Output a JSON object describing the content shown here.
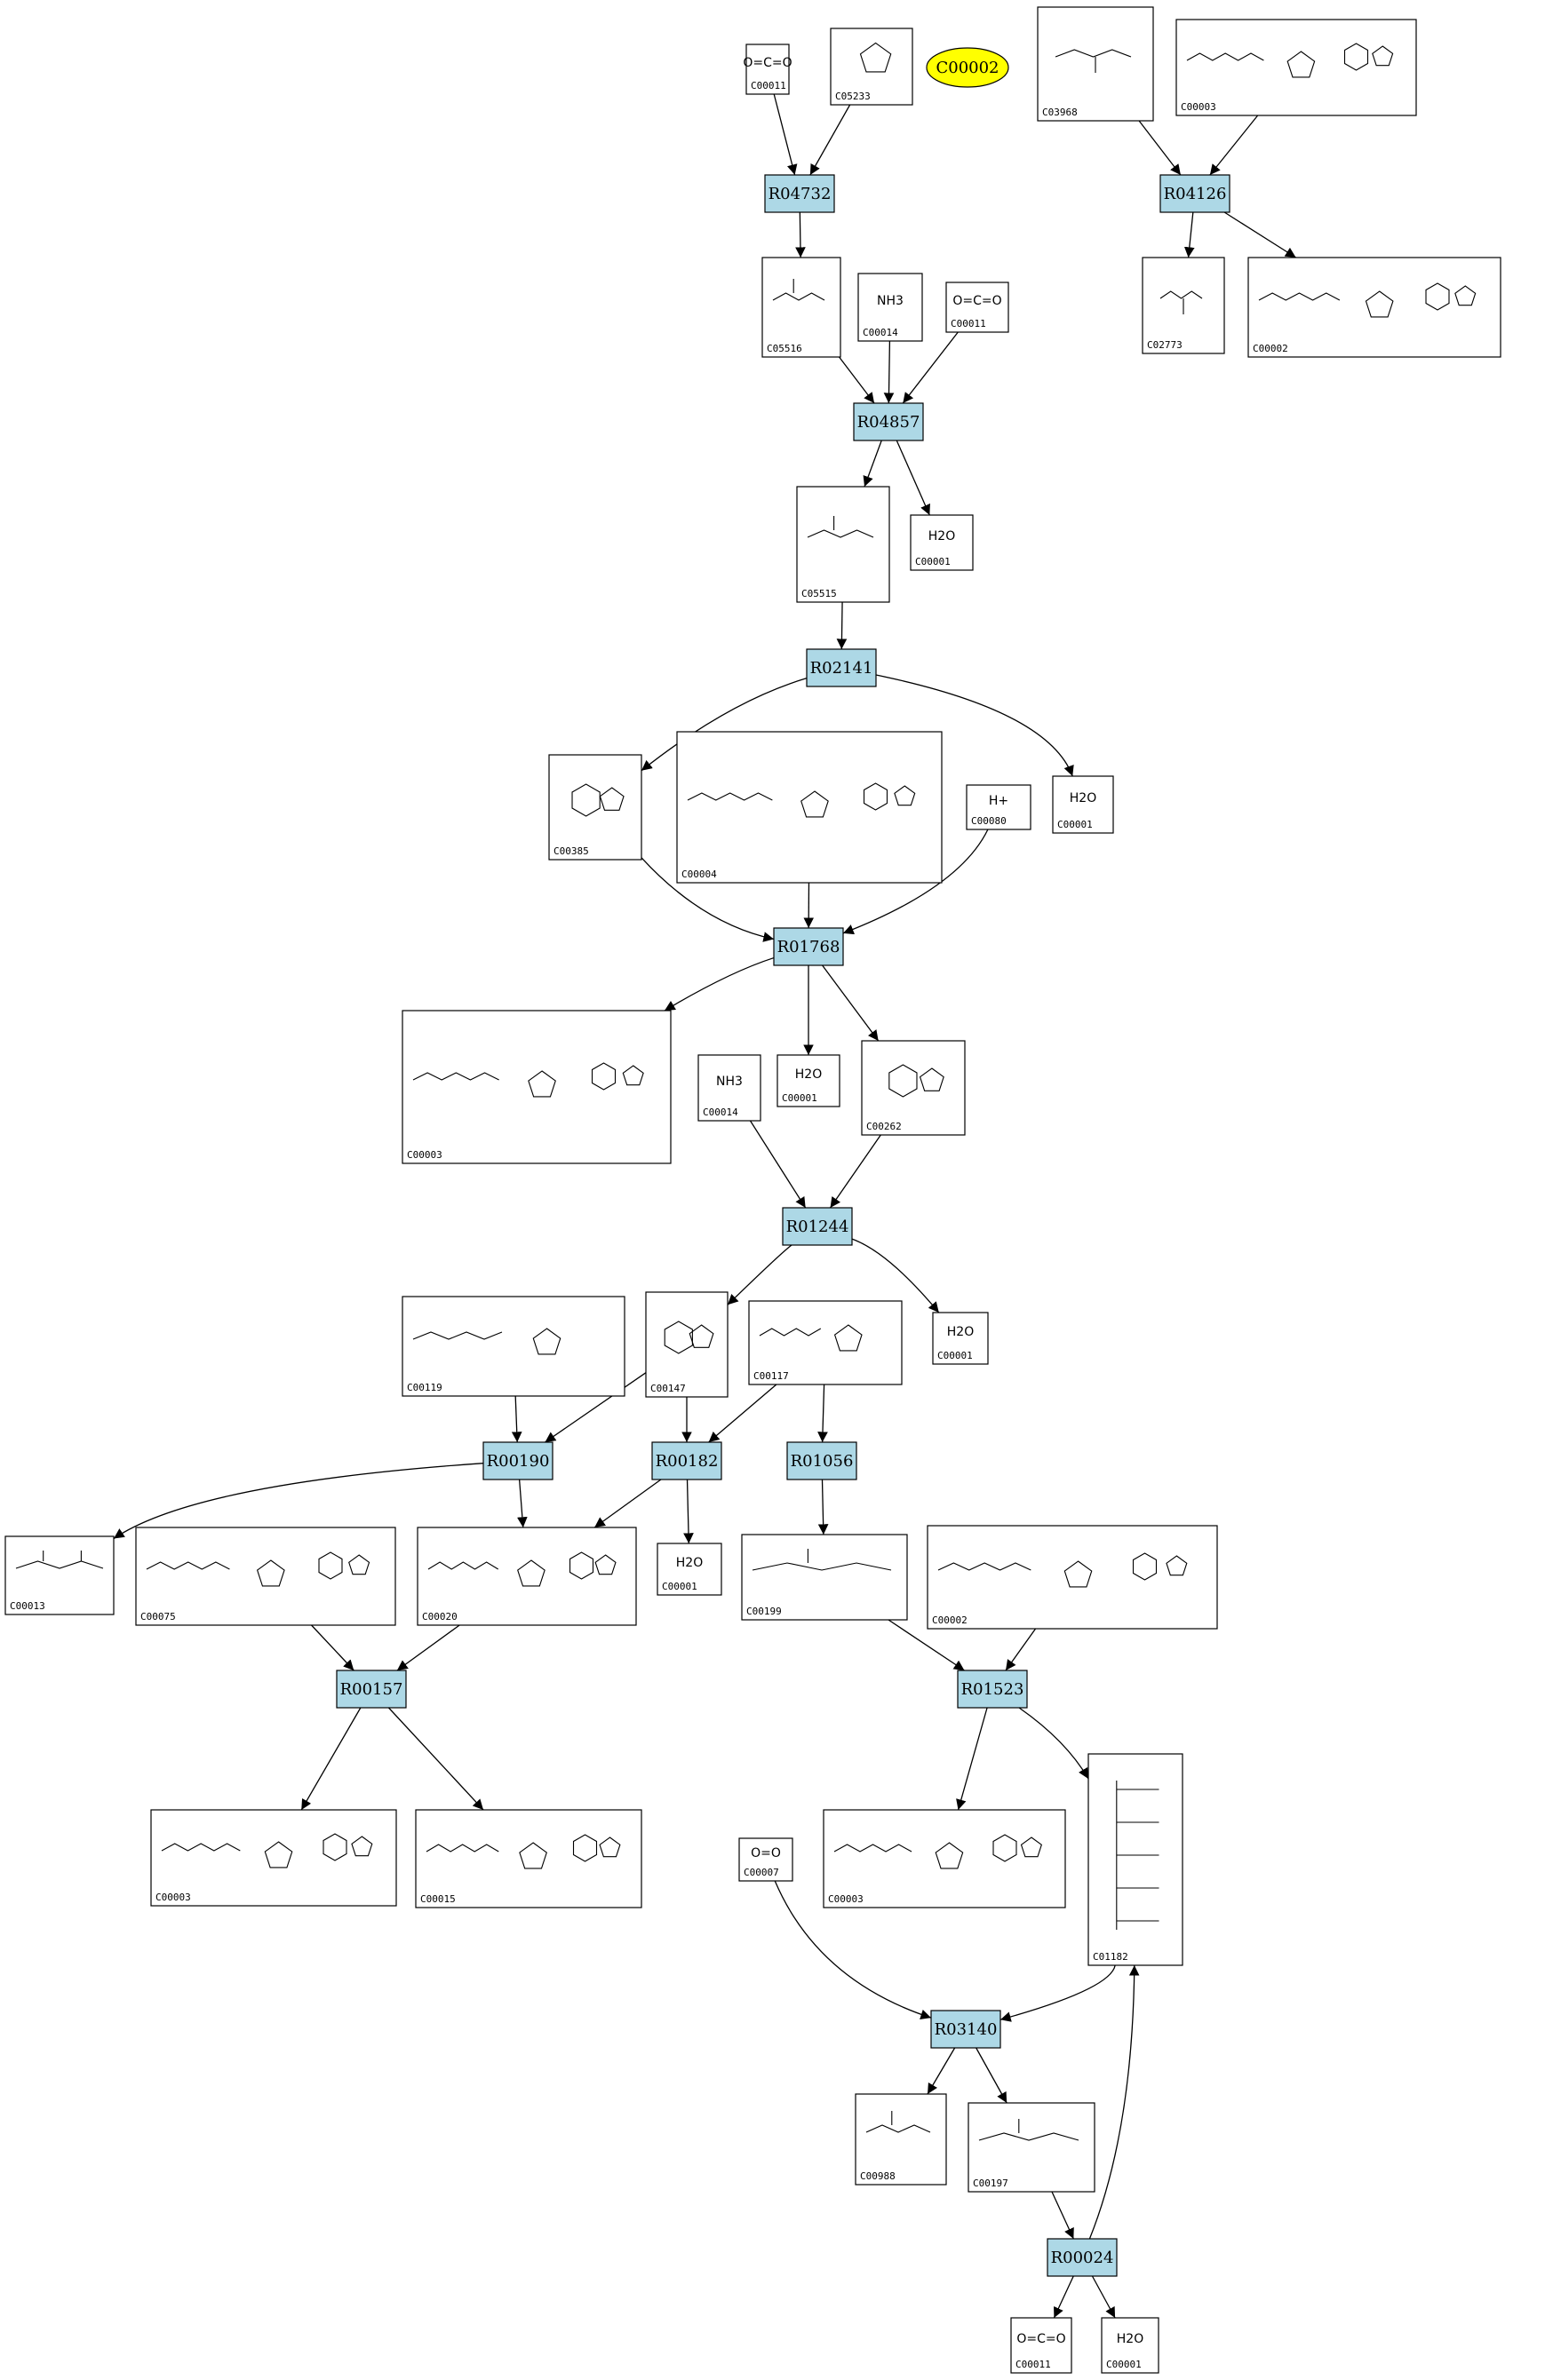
{
  "highlight": {
    "id": "C00002",
    "color": "#ffff00"
  },
  "colors": {
    "reaction_fill": "#add8e6",
    "compound_fill": "#ffffff",
    "stroke": "#000000"
  },
  "reactions": [
    "R04732",
    "R04126",
    "R04857",
    "R02141",
    "R01768",
    "R01244",
    "R00190",
    "R00182",
    "R01056",
    "R00157",
    "R01523",
    "R03140",
    "R00024"
  ],
  "compounds": [
    {
      "key": "c1",
      "id": "C00011",
      "formula": "O=C=O"
    },
    {
      "key": "c2",
      "id": "C05233",
      "formula": ""
    },
    {
      "key": "c3",
      "id": "C03968",
      "formula": ""
    },
    {
      "key": "c4",
      "id": "C00003",
      "formula": ""
    },
    {
      "key": "c5",
      "id": "C05516",
      "formula": ""
    },
    {
      "key": "c6",
      "id": "C00014",
      "formula": "NH3"
    },
    {
      "key": "c7",
      "id": "C00011",
      "formula": "O=C=O"
    },
    {
      "key": "c8",
      "id": "C02773",
      "formula": ""
    },
    {
      "key": "c9",
      "id": "C00002",
      "formula": ""
    },
    {
      "key": "c10",
      "id": "C05515",
      "formula": ""
    },
    {
      "key": "c11",
      "id": "C00001",
      "formula": "H2O"
    },
    {
      "key": "c12",
      "id": "C00385",
      "formula": ""
    },
    {
      "key": "c13",
      "id": "C00004",
      "formula": ""
    },
    {
      "key": "c14",
      "id": "C00080",
      "formula": "H+"
    },
    {
      "key": "c15",
      "id": "C00001",
      "formula": "H2O"
    },
    {
      "key": "c16",
      "id": "C00003",
      "formula": ""
    },
    {
      "key": "c17",
      "id": "C00014",
      "formula": "NH3"
    },
    {
      "key": "c18",
      "id": "C00001",
      "formula": "H2O"
    },
    {
      "key": "c19",
      "id": "C00262",
      "formula": ""
    },
    {
      "key": "c20",
      "id": "C00119",
      "formula": ""
    },
    {
      "key": "c21",
      "id": "C00147",
      "formula": ""
    },
    {
      "key": "c22",
      "id": "C00117",
      "formula": ""
    },
    {
      "key": "c23",
      "id": "C00001",
      "formula": "H2O"
    },
    {
      "key": "c24",
      "id": "C00013",
      "formula": ""
    },
    {
      "key": "c25",
      "id": "C00075",
      "formula": ""
    },
    {
      "key": "c26",
      "id": "C00020",
      "formula": ""
    },
    {
      "key": "c27",
      "id": "C00001",
      "formula": "H2O"
    },
    {
      "key": "c28",
      "id": "C00199",
      "formula": ""
    },
    {
      "key": "c29",
      "id": "C00002",
      "formula": ""
    },
    {
      "key": "c30",
      "id": "C00003",
      "formula": ""
    },
    {
      "key": "c31",
      "id": "C00015",
      "formula": ""
    },
    {
      "key": "c32",
      "id": "C00007",
      "formula": "O=O"
    },
    {
      "key": "c33",
      "id": "C00003",
      "formula": ""
    },
    {
      "key": "c34",
      "id": "C01182",
      "formula": ""
    },
    {
      "key": "c35",
      "id": "C00988",
      "formula": ""
    },
    {
      "key": "c36",
      "id": "C00197",
      "formula": ""
    },
    {
      "key": "c37",
      "id": "C00011",
      "formula": "O=C=O"
    },
    {
      "key": "c38",
      "id": "C00001",
      "formula": "H2O"
    }
  ],
  "edges": [
    [
      "c1",
      "R04732"
    ],
    [
      "c2",
      "R04732"
    ],
    [
      "R04732",
      "c5"
    ],
    [
      "c3",
      "R04126"
    ],
    [
      "c4",
      "R04126"
    ],
    [
      "R04126",
      "c8"
    ],
    [
      "R04126",
      "c9"
    ],
    [
      "c5",
      "R04857"
    ],
    [
      "c6",
      "R04857"
    ],
    [
      "c7",
      "R04857"
    ],
    [
      "R04857",
      "c10"
    ],
    [
      "R04857",
      "c11"
    ],
    [
      "c10",
      "R02141"
    ],
    [
      "R02141",
      "c12"
    ],
    [
      "R02141",
      "c15"
    ],
    [
      "c12",
      "R01768"
    ],
    [
      "c13",
      "R01768"
    ],
    [
      "c14",
      "R01768"
    ],
    [
      "R01768",
      "c16"
    ],
    [
      "R01768",
      "c18"
    ],
    [
      "R01768",
      "c19"
    ],
    [
      "c17",
      "R01244"
    ],
    [
      "c19",
      "R01244"
    ],
    [
      "R01244",
      "c21"
    ],
    [
      "R01244",
      "c23"
    ],
    [
      "c20",
      "R00190"
    ],
    [
      "c21",
      "R00190"
    ],
    [
      "R00190",
      "c24"
    ],
    [
      "R00190",
      "c26"
    ],
    [
      "c21",
      "R00182"
    ],
    [
      "c22",
      "R00182"
    ],
    [
      "R00182",
      "c26"
    ],
    [
      "R00182",
      "c27"
    ],
    [
      "c22",
      "R01056"
    ],
    [
      "R01056",
      "c28"
    ],
    [
      "c25",
      "R00157"
    ],
    [
      "c26",
      "R00157"
    ],
    [
      "R00157",
      "c30"
    ],
    [
      "R00157",
      "c31"
    ],
    [
      "c28",
      "R01523"
    ],
    [
      "c29",
      "R01523"
    ],
    [
      "R01523",
      "c33"
    ],
    [
      "R01523",
      "c34"
    ],
    [
      "c32",
      "R03140"
    ],
    [
      "c34",
      "R03140"
    ],
    [
      "R03140",
      "c35"
    ],
    [
      "R03140",
      "c36"
    ],
    [
      "c36",
      "R00024"
    ],
    [
      "R00024",
      "c34"
    ],
    [
      "R00024",
      "c37"
    ],
    [
      "R00024",
      "c38"
    ]
  ]
}
